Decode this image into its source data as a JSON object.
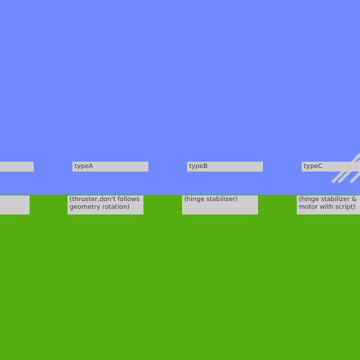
{
  "colors": {
    "sky": "#7189ff",
    "ground": "#55ad0f",
    "block": "#cecece",
    "text": "#3c3c3c"
  },
  "labels": {
    "typeA": "typeA",
    "typeB": "typeB",
    "typeC": "typeC"
  },
  "descriptions": {
    "typeA": [
      "(thruster,don't follows",
      "geometry rotation)"
    ],
    "typeB": [
      "(hinge stabilizer)"
    ],
    "typeC": [
      "(hinge stabilizer &",
      "motor with script)"
    ]
  },
  "icons": {
    "strut": "diagonal-strut-icon"
  }
}
